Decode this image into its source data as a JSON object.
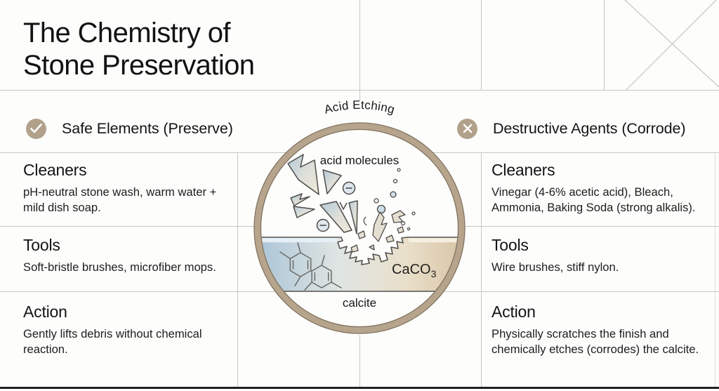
{
  "title": {
    "line1": "The Chemistry of",
    "line2": "Stone Preservation"
  },
  "headers": {
    "safe": {
      "icon": "check",
      "label": "Safe Elements (Preserve)"
    },
    "destructive": {
      "icon": "x",
      "label": "Destructive Agents (Corrode)"
    }
  },
  "columns": {
    "safe": {
      "rows": [
        {
          "heading": "Cleaners",
          "body": "pH-neutral stone wash, warm water + mild dish soap."
        },
        {
          "heading": "Tools",
          "body": "Soft-bristle brushes, microfiber mops."
        },
        {
          "heading": "Action",
          "body": "Gently lifts debris without chemical reaction."
        }
      ]
    },
    "destructive": {
      "rows": [
        {
          "heading": "Cleaners",
          "body": "Vinegar (4-6% acetic acid), Bleach, Ammonia, Baking Soda (strong alkalis)."
        },
        {
          "heading": "Tools",
          "body": "Wire brushes, stiff nylon."
        },
        {
          "heading": "Action",
          "body": "Physically scratches the finish and chemically etches (corrodes) the calcite."
        }
      ]
    }
  },
  "diagram": {
    "arc_label": "Acid Etching",
    "molecules_label": "acid molecules",
    "formula": "CaCO",
    "formula_subscript": "3",
    "mineral_label": "calcite"
  },
  "colors": {
    "accent_tan": "#b1a18b",
    "ring_tan": "#b6a48d",
    "grid": "#c7c7c5",
    "ink": "#161616"
  }
}
